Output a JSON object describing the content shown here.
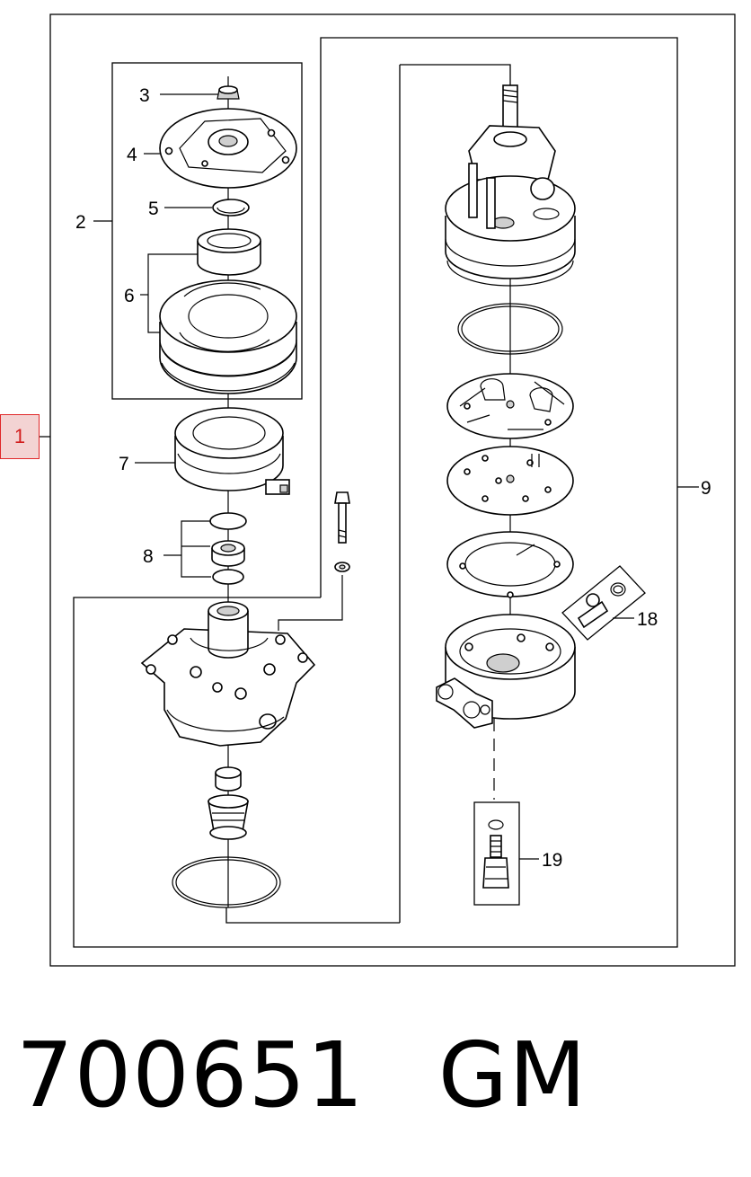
{
  "selected_callout": "1",
  "callouts": [
    "2",
    "3",
    "4",
    "5",
    "6",
    "7",
    "8",
    "9",
    "18",
    "19"
  ],
  "footer": {
    "part_number": "700651",
    "maker": "GM"
  },
  "colors": {
    "hotspot_fill": "#f3d3d3",
    "hotspot_border": "#e0282a",
    "hotspot_text": "#d21e1e"
  }
}
